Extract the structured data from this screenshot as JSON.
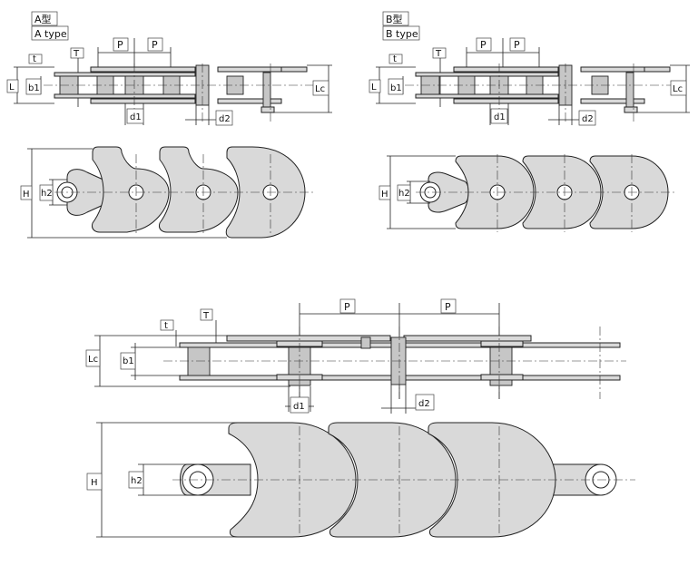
{
  "panel_a": {
    "title_cn": "A型",
    "title_en": "A  type",
    "labels": {
      "pitch_1": "P",
      "pitch_2": "P",
      "t": "t",
      "T": "T",
      "L": "L",
      "b1": "b1",
      "Lc": "Lc",
      "d1": "d1",
      "d2": "d2",
      "H": "H",
      "h2": "h2"
    }
  },
  "panel_b": {
    "title_cn": "B型",
    "title_en": "B  type",
    "labels": {
      "pitch_1": "P",
      "pitch_2": "P",
      "t": "t",
      "T": "T",
      "L": "L",
      "b1": "b1",
      "Lc": "Lc",
      "d1": "d1",
      "d2": "d2",
      "H": "H",
      "h2": "h2"
    }
  },
  "panel_large": {
    "labels": {
      "pitch_1": "P",
      "pitch_2": "P",
      "t": "t",
      "T": "T",
      "Lc": "Lc",
      "b1": "b1",
      "d1": "d1",
      "d2": "d2",
      "H": "H",
      "h2": "h2"
    }
  },
  "colors": {
    "plate_fill": "#d9d9d9",
    "pin_fill": "#c6c6c6",
    "line": "#222222"
  }
}
